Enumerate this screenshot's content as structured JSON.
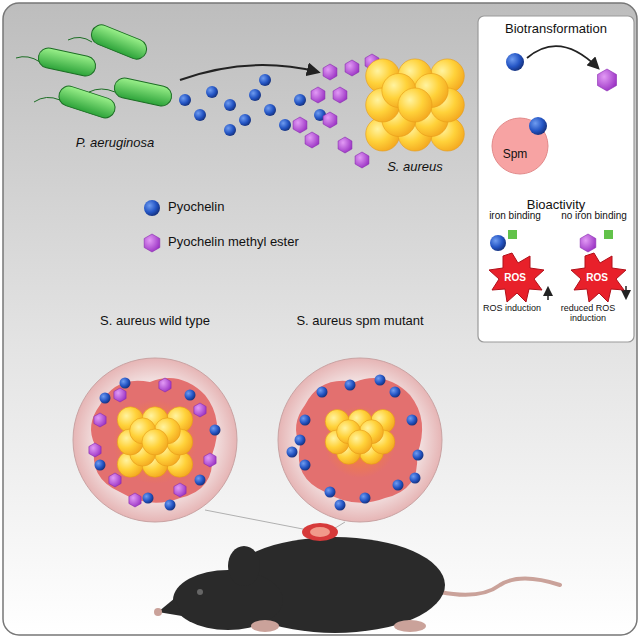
{
  "diagram": {
    "nodes": [
      {
        "text": [
          "Biotransformation",
          "Bioactivity"
        ]
      },
      {
        "text": [
          "Spm"
        ],
        "in": 0
      },
      {
        "text": [
          "ROS"
        ],
        "in": 0
      },
      {
        "text": [
          "ROS"
        ],
        "in": 0
      },
      {
        "text": [
          "S. aureus wild type"
        ]
      },
      {
        "text": [
          "S. aureus spm mutant"
        ]
      }
    ],
    "labels": [
      "P. aeruginosa",
      "S. aureus",
      "iron binding",
      "no iron binding",
      "ROS induction",
      "reduced ROS induction"
    ],
    "legend": [
      {
        "text": "Pyochelin"
      },
      {
        "text": "Pyochelin methyl ester"
      }
    ]
  }
}
